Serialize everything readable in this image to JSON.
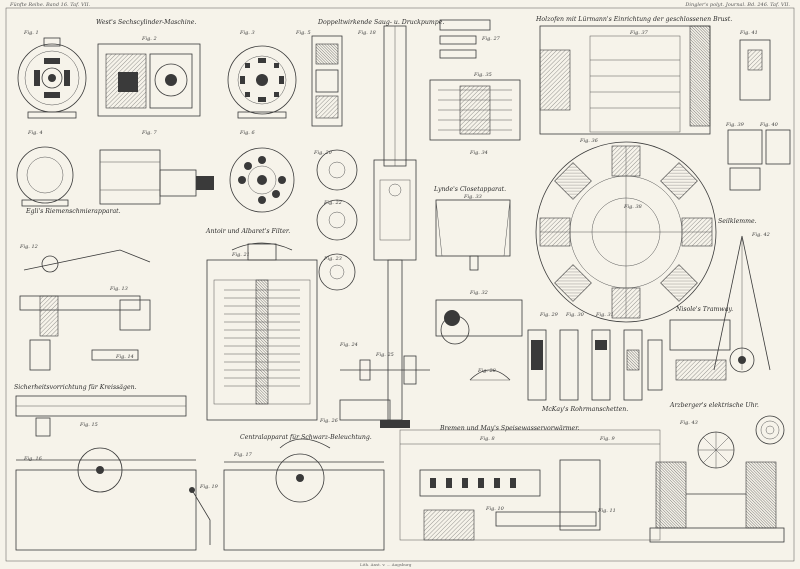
{
  "header": {
    "left": "Fünfte Reihe. Band 16. Taf. VII.",
    "right": "Dingler's polyt. Journal. Bd. 246. Taf. VII."
  },
  "captions": {
    "west": "West's Sechscylinder-Maschine.",
    "pump": "Doppeltwirkende Saug- u. Druckpumpe.",
    "brust": "Holzofen mit Lürmann's Einrichtung der geschlossenen Brust.",
    "egli": "Egli's Riemenschmierapparat.",
    "antoir": "Antoir und Albaret's Filter.",
    "lynde": "Lynde's Closetapparat.",
    "schaffhausen": "Seilklemme.",
    "nisole": "Nisole's Tramway.",
    "mckay": "McKay's Rohrmanschetten.",
    "sicherheit": "Sicherheitsvorrichtung für Kreissägen.",
    "arzberger": "Arzberger's elektrische Uhr.",
    "brewer": "Bremen und May's Speisewasservorwärmer.",
    "centrale": "Centralapparat für Schwarz-Beleuchtung."
  },
  "imprint": "Lith. Anst. v. ... Augsburg",
  "figures": [
    {
      "id": "f1",
      "label": "Fig. 1"
    },
    {
      "id": "f2",
      "label": "Fig. 2"
    },
    {
      "id": "f3",
      "label": "Fig. 3"
    },
    {
      "id": "f4",
      "label": "Fig. 4"
    },
    {
      "id": "f5",
      "label": "Fig. 5"
    },
    {
      "id": "f6",
      "label": "Fig. 6"
    },
    {
      "id": "f7",
      "label": "Fig. 7"
    },
    {
      "id": "f8",
      "label": "Fig. 8"
    },
    {
      "id": "f9",
      "label": "Fig. 9"
    },
    {
      "id": "f10",
      "label": "Fig. 10"
    },
    {
      "id": "f11",
      "label": "Fig. 11"
    },
    {
      "id": "f12",
      "label": "Fig. 12"
    },
    {
      "id": "f13",
      "label": "Fig. 13"
    },
    {
      "id": "f14",
      "label": "Fig. 14"
    },
    {
      "id": "f15",
      "label": "Fig. 15"
    },
    {
      "id": "f16",
      "label": "Fig. 16"
    },
    {
      "id": "f17",
      "label": "Fig. 17"
    },
    {
      "id": "f18",
      "label": "Fig. 18"
    },
    {
      "id": "f19",
      "label": "Fig. 19"
    },
    {
      "id": "f20",
      "label": "Fig. 20"
    },
    {
      "id": "f21",
      "label": "Fig. 21"
    },
    {
      "id": "f22",
      "label": "Fig. 22"
    },
    {
      "id": "f23",
      "label": "Fig. 23"
    },
    {
      "id": "f24",
      "label": "Fig. 24"
    },
    {
      "id": "f25",
      "label": "Fig. 25"
    },
    {
      "id": "f26",
      "label": "Fig. 26"
    },
    {
      "id": "f27",
      "label": "Fig. 27"
    },
    {
      "id": "f28",
      "label": "Fig. 28"
    },
    {
      "id": "f29",
      "label": "Fig. 29"
    },
    {
      "id": "f30",
      "label": "Fig. 30"
    },
    {
      "id": "f31",
      "label": "Fig. 31"
    },
    {
      "id": "f32",
      "label": "Fig. 32"
    },
    {
      "id": "f33",
      "label": "Fig. 33"
    },
    {
      "id": "f34",
      "label": "Fig. 34"
    },
    {
      "id": "f35",
      "label": "Fig. 35"
    },
    {
      "id": "f36",
      "label": "Fig. 36"
    },
    {
      "id": "f37",
      "label": "Fig. 37"
    },
    {
      "id": "f38",
      "label": "Fig. 38"
    },
    {
      "id": "f39",
      "label": "Fig. 39"
    },
    {
      "id": "f40",
      "label": "Fig. 40"
    },
    {
      "id": "f41",
      "label": "Fig. 41"
    },
    {
      "id": "f42",
      "label": "Fig. 42"
    },
    {
      "id": "f43",
      "label": "Fig. 43"
    }
  ]
}
